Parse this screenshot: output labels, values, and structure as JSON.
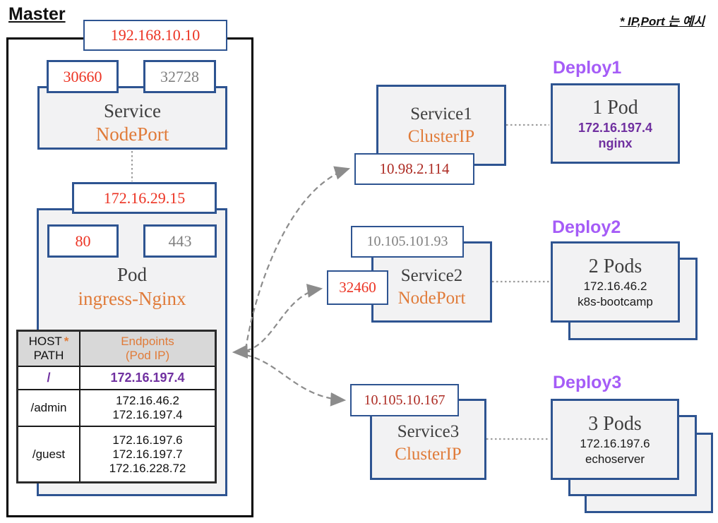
{
  "note": "* IP,Port 는 예시",
  "colors": {
    "box_border_blue": "#2e5491",
    "box_fill_gray": "#f2f2f3",
    "port_red": "#ec3323",
    "cluster_ip_dark_red": "#ad2b23",
    "type_orange": "#e07b39",
    "endpoint_purple": "#7030a0",
    "deploy_label_purple": "#a55cf7",
    "inactive_gray": "#808080"
  },
  "master": {
    "label": "Master",
    "node_ip": "192.168.10.10",
    "service": {
      "title": "Service",
      "type": "NodePort",
      "ports": [
        "30660",
        "32728"
      ]
    },
    "pod": {
      "ip": "172.16.29.15",
      "title": "Pod",
      "name": "ingress-Nginx",
      "ports": [
        "80",
        "443"
      ]
    },
    "table": {
      "host_label": "HOST",
      "host_star": "*",
      "path_label": "PATH",
      "endpoints_title": "Endpoints",
      "endpoints_subtitle": "(Pod IP)",
      "rows": [
        {
          "path": "/",
          "endpoints": [
            "172.16.197.4"
          ]
        },
        {
          "path": "/admin",
          "endpoints": [
            "172.16.46.2",
            "172.16.197.4"
          ]
        },
        {
          "path": "/guest",
          "endpoints": [
            "172.16.197.6",
            "172.16.197.7",
            "172.16.228.72"
          ]
        }
      ]
    }
  },
  "services": [
    {
      "title": "Service1",
      "type": "ClusterIP",
      "cluster_ip": "10.98.2.114"
    },
    {
      "title": "Service2",
      "type": "NodePort",
      "cluster_ip": "10.105.101.93",
      "node_port": "32460"
    },
    {
      "title": "Service3",
      "type": "ClusterIP",
      "cluster_ip": "10.105.10.167"
    }
  ],
  "deployments": [
    {
      "label": "Deploy1",
      "size": "1 Pod",
      "pod_ip": "172.16.197.4",
      "image": "nginx"
    },
    {
      "label": "Deploy2",
      "size": "2 Pods",
      "pod_ip": "172.16.46.2",
      "image": "k8s-bootcamp"
    },
    {
      "label": "Deploy3",
      "size": "3 Pods",
      "pod_ip": "172.16.197.6",
      "image": "echoserver"
    }
  ]
}
